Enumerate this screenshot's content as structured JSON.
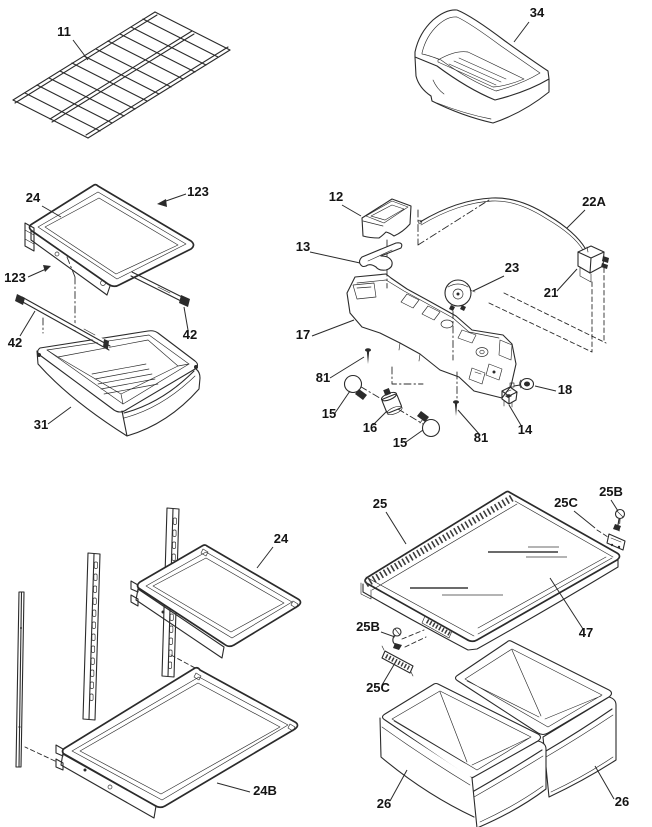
{
  "diagram": {
    "title": "Refrigerator shelf and crisper exploded parts diagram",
    "background_color": "#ffffff",
    "line_color": "#2b2b2b",
    "label_color": "#141414"
  },
  "labels": [
    {
      "text": "11",
      "part": "wire-shelf"
    },
    {
      "text": "34",
      "part": "door-bin"
    },
    {
      "text": "24",
      "part": "crisper-cover-shelf"
    },
    {
      "text": "123",
      "part": "shelf-frame-trim-upper"
    },
    {
      "text": "123",
      "part": "shelf-frame-trim-lower"
    },
    {
      "text": "42",
      "part": "drawer-rail-left"
    },
    {
      "text": "42",
      "part": "drawer-rail-right"
    },
    {
      "text": "31",
      "part": "crisper-drawer"
    },
    {
      "text": "12",
      "part": "lamp-cover"
    },
    {
      "text": "13",
      "part": "lamp-lens"
    },
    {
      "text": "22A",
      "part": "wiring-harness"
    },
    {
      "text": "23",
      "part": "control-knob"
    },
    {
      "text": "21",
      "part": "light-switch"
    },
    {
      "text": "17",
      "part": "control-housing"
    },
    {
      "text": "81",
      "part": "screw-left"
    },
    {
      "text": "15",
      "part": "light-bulb-upper"
    },
    {
      "text": "16",
      "part": "bulb-socket"
    },
    {
      "text": "15",
      "part": "light-bulb-lower"
    },
    {
      "text": "81",
      "part": "screw-right"
    },
    {
      "text": "14",
      "part": "clip"
    },
    {
      "text": "18",
      "part": "grommet"
    },
    {
      "text": "24",
      "part": "cantilever-shelf"
    },
    {
      "text": "24B",
      "part": "cantilever-shelf-wide"
    },
    {
      "text": "25",
      "part": "spillsafe-shelf"
    },
    {
      "text": "25C",
      "part": "shelf-trim-rear"
    },
    {
      "text": "25B",
      "part": "shelf-clip-rear"
    },
    {
      "text": "25B",
      "part": "shelf-clip-front"
    },
    {
      "text": "47",
      "part": "shelf-glass"
    },
    {
      "text": "25C",
      "part": "shelf-trim-front"
    },
    {
      "text": "26",
      "part": "crisper-pan-left"
    },
    {
      "text": "26",
      "part": "crisper-pan-right"
    }
  ]
}
